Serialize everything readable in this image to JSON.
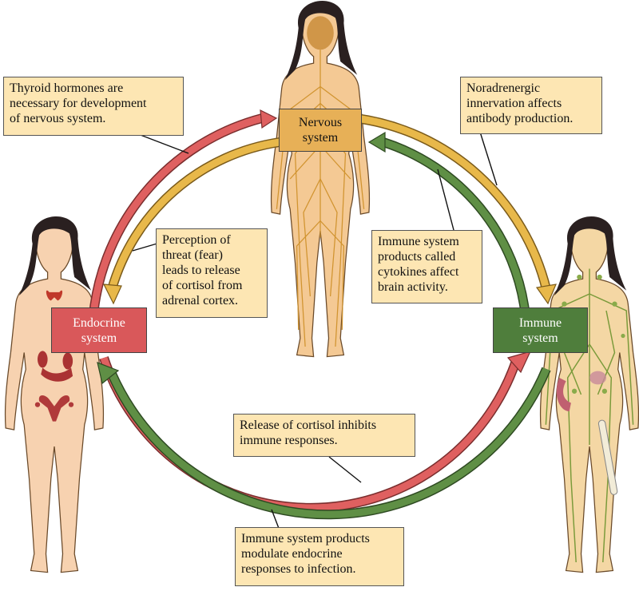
{
  "colors": {
    "nervous_arrow": "#e8b84a",
    "endocrine_arrow": "#df6060",
    "immune_arrow": "#5f8f45",
    "note_fill": "#fde6b3",
    "skin": "#f7d2b0",
    "nerves": "#d99a2b",
    "lymph": "#8aa84a"
  },
  "systems": {
    "nervous": "Nervous\nsystem",
    "endocrine": "Endocrine\nsystem",
    "immune": "Immune\nsystem"
  },
  "notes": {
    "thyroid": "Thyroid hormones are\nnecessary for development\nof nervous system.",
    "noradrenergic": "Noradrenergic\ninnervation affects\nantibody production.",
    "threat": "Perception of\nthreat (fear)\nleads to release\nof cortisol from\nadrenal cortex.",
    "cytokines": "Immune system\nproducts called\ncytokines affect\nbrain activity.",
    "cortisol_inhibits": "Release of cortisol inhibits\nimmune responses.",
    "immune_modulate": "Immune system products\nmodulate endocrine\nresponses to infection."
  },
  "figures": {
    "nervous": "nervous-system-figure",
    "endocrine": "endocrine-system-figure",
    "immune": "immune-system-figure"
  }
}
